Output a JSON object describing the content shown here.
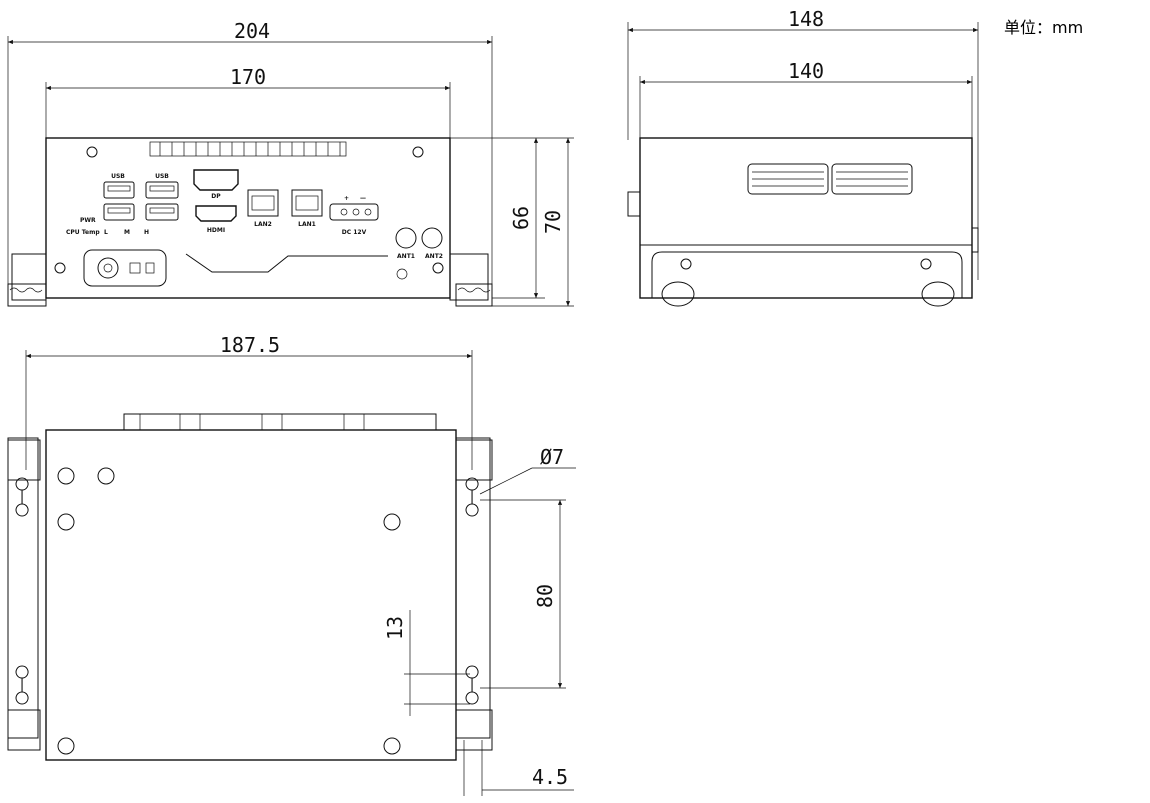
{
  "unit_label": "单位：mm",
  "front_view": {
    "dims": {
      "overall_width": "204",
      "body_width": "170",
      "height_inner": "66",
      "height_outer": "70"
    },
    "labels": {
      "usb1": "USB",
      "usb2": "USB",
      "dp": "DP",
      "hdmi": "HDMI",
      "lan2": "LAN2",
      "lan1": "LAN1",
      "dc": "DC 12V",
      "pwr": "PWR",
      "cpu_temp": "CPU Temp",
      "l": "L",
      "m": "M",
      "h": "H",
      "ant1": "ANT1",
      "ant2": "ANT2",
      "plus": "+",
      "minus": "—"
    }
  },
  "side_view": {
    "dims": {
      "overall_depth": "148",
      "body_depth": "140"
    }
  },
  "bottom_view": {
    "dims": {
      "mount_width": "187.5",
      "hole_dia": "Ø7",
      "hole_pitch": "80",
      "slot_offset": "13",
      "flange": "4.5"
    }
  }
}
